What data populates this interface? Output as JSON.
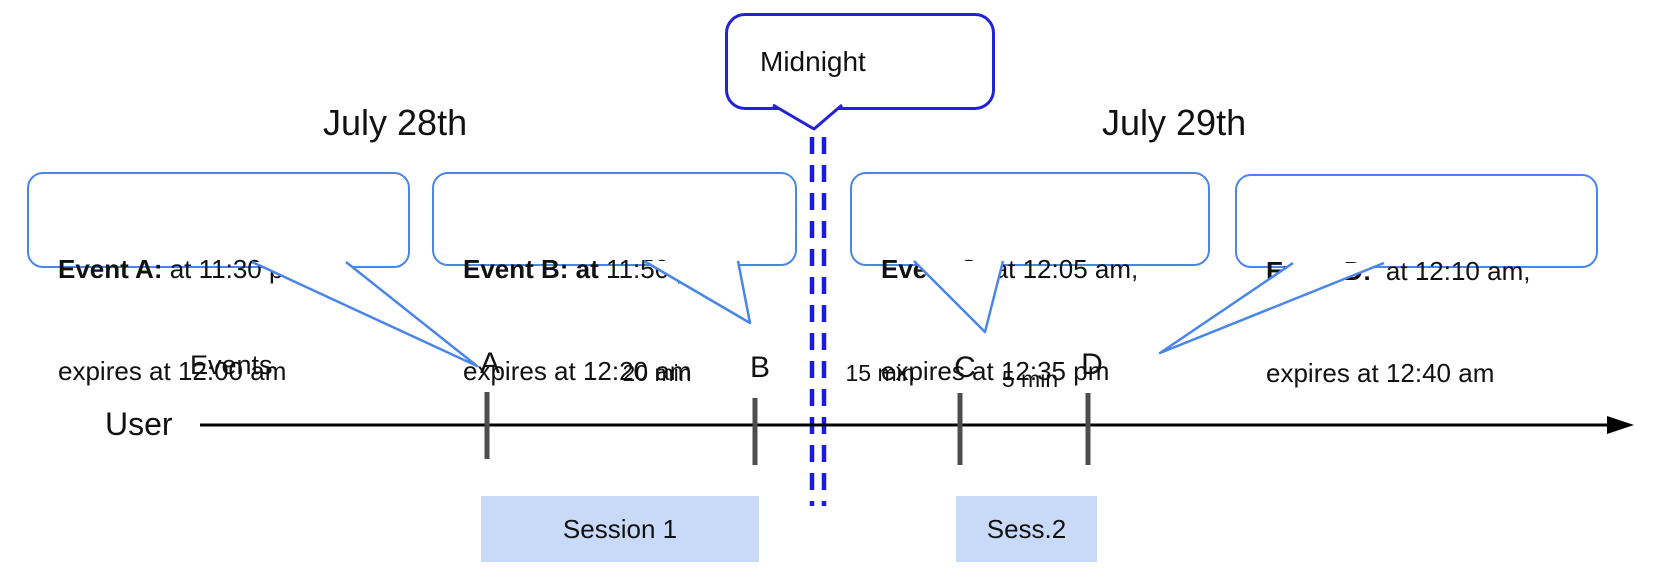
{
  "diagram": {
    "dates": {
      "left": "July 28th",
      "right": "July 29th"
    },
    "midnight_label": "Midnight",
    "events_axis_label": "Events",
    "user_axis_label": "User",
    "bubbles": [
      {
        "event": "A",
        "label_bold": "Event A:",
        "line1_rest": " at 11:30 pm,",
        "line2": "expires at 12:00 am"
      },
      {
        "event": "B",
        "label_bold": "Event B: at",
        "line1_rest": " 11:50 pm,",
        "line2": "expires at 12:20 am"
      },
      {
        "event": "C",
        "label_bold": "Event C:",
        "line1_rest": " at 12:05 am,",
        "line2": "expires at 12:35 pm"
      },
      {
        "event": "D",
        "label_bold": "Event D:",
        "line1_rest": "  at 12:10 am,",
        "line2": "expires at 12:40 am"
      }
    ],
    "ticks": [
      "A",
      "B",
      "C",
      "D"
    ],
    "intervals": [
      "20 min",
      "15 min",
      "5 min"
    ],
    "sessions": [
      "Session 1",
      "Sess.2"
    ],
    "colors": {
      "event_bubble_border": "#4a86e8",
      "midnight_bubble_border": "#2121d8",
      "midnight_dash_line": "#1b1be0",
      "session_fill": "#c9daf8",
      "tick": "#4d4d4d",
      "timeline": "#000000"
    }
  }
}
